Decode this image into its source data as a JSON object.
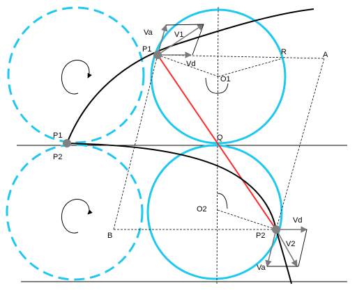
{
  "colors": {
    "circle": "#1ec8f0",
    "chord": "#ff2a2a",
    "point": "#808080",
    "vector": "#7a7a7a",
    "line": "#000000"
  },
  "labels": {
    "va_top": "Va",
    "v1": "V1",
    "p1_top": "P1",
    "vd_top": "Vd",
    "r": "R",
    "a": "A",
    "o1": "O1",
    "p1_left": "P1",
    "p2_left": "P2",
    "q": "Q",
    "o2": "O2",
    "b": "B",
    "vd_bottom": "Vd",
    "p2_bottom": "P2",
    "v2": "V2",
    "va_bottom": "Va"
  },
  "icons": {
    "rotation_top": "clockwise-arrow-icon",
    "rotation_bottom": "clockwise-arrow-icon"
  }
}
